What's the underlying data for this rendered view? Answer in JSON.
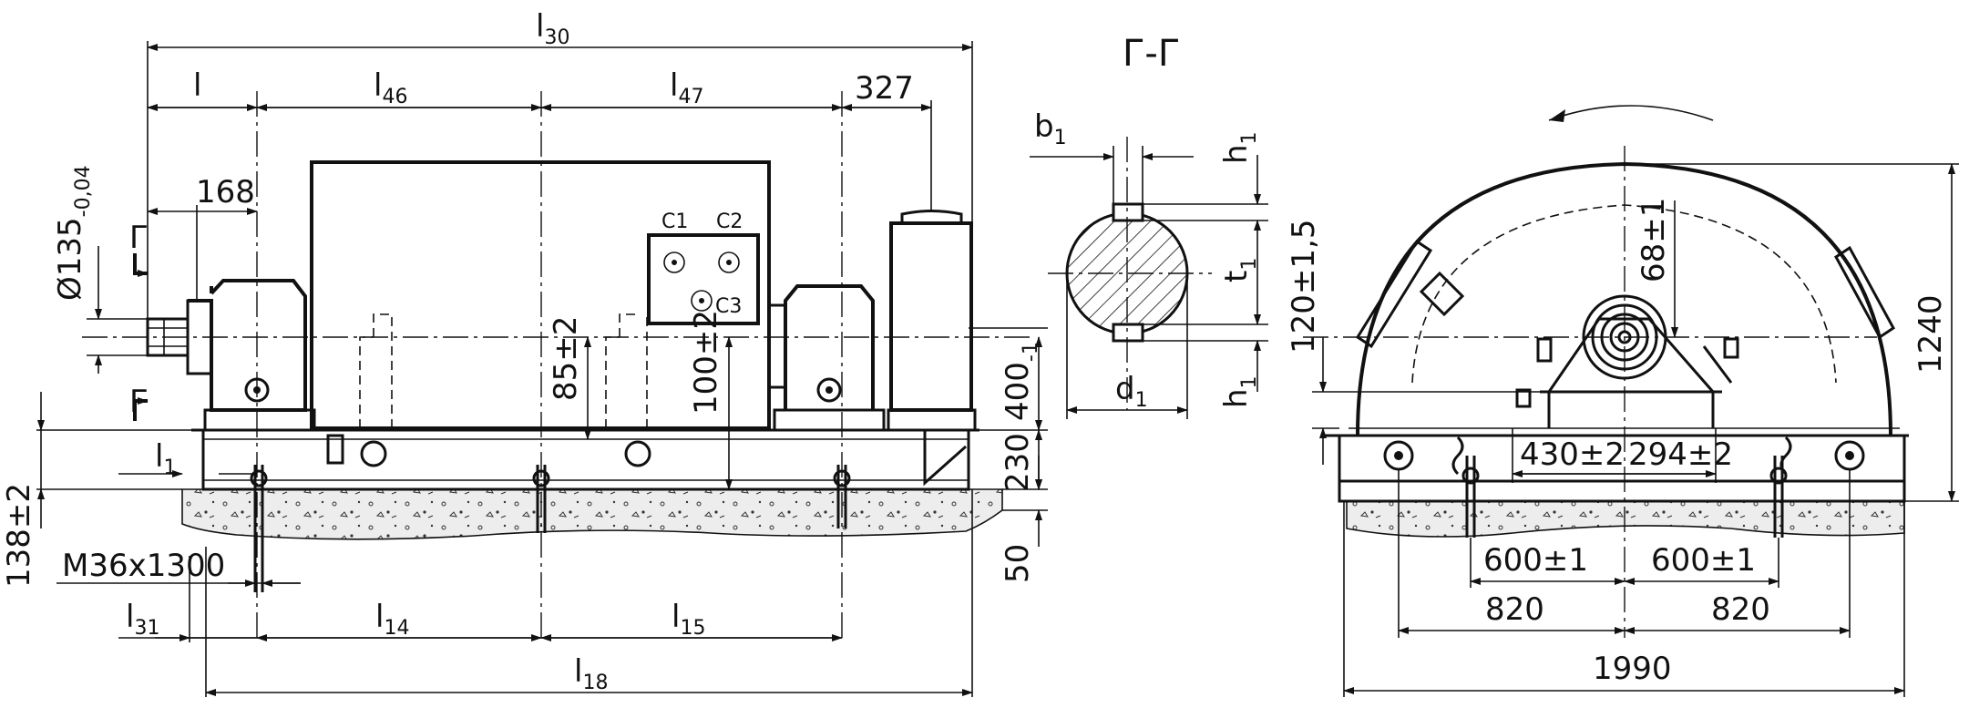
{
  "drawing": {
    "section_mark": "Г",
    "section_title": "Г-Г",
    "side_view": {
      "dim_overall_length": "l",
      "dim_overall_length_sub": "30",
      "dim_left_span": "l",
      "dim_mid_span": "l",
      "dim_mid_span_sub": "46",
      "dim_right_span": "l",
      "dim_right_span_sub": "47",
      "dim_327": "327",
      "dim_168": "168",
      "dim_shaft_diameter": "Ø135",
      "dim_shaft_tolerance": "-0,04",
      "dim_l1": "l",
      "dim_l1_sub": "1",
      "dim_138": "138±2",
      "dim_bolt": "M36x1300",
      "dim_l31": "l",
      "dim_l31_sub": "31",
      "dim_l14": "l",
      "dim_l14_sub": "14",
      "dim_l15": "l",
      "dim_l15_sub": "15",
      "dim_l18": "l",
      "dim_l18_sub": "18",
      "dim_85": "85±2",
      "dim_100": "100±2",
      "dim_400": "400",
      "dim_400_tolerance": "-1",
      "dim_230": "230",
      "dim_50": "50",
      "terminal_c1": "C1",
      "terminal_c2": "C2",
      "terminal_c3": "C3"
    },
    "section_view": {
      "dim_b1": "b",
      "dim_b1_sub": "1",
      "dim_h1_top": "h",
      "dim_h1_top_sub": "1",
      "dim_t1": "t",
      "dim_t1_sub": "1",
      "dim_h1_bottom": "h",
      "dim_h1_bottom_sub": "1",
      "dim_d1": "d",
      "dim_d1_sub": "1"
    },
    "end_view": {
      "dim_120": "120±1,5",
      "dim_68": "68±1",
      "dim_1240": "1240",
      "dim_430": "430±2",
      "dim_294": "294±2",
      "dim_600_left": "600±1",
      "dim_600_right": "600±1",
      "dim_820_left": "820",
      "dim_820_right": "820",
      "dim_1990": "1990"
    }
  }
}
